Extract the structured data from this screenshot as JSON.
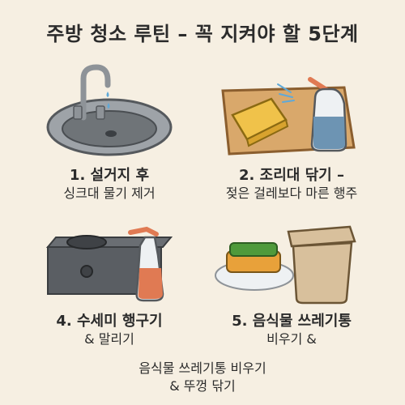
{
  "title": "주방 청소 루틴 – 꼭 지켜야 할 5단계",
  "steps": [
    {
      "line1": "1. 설거지 후",
      "line2": "싱크대 물기 제거",
      "icon": "sink-icon"
    },
    {
      "line1": "2. 조리대 닦기 –",
      "line2": "젖은 걸레보다 마른 행주",
      "icon": "cutting-board-icon"
    },
    {
      "line1": "4. 수세미 행구기",
      "line2": "& 말리기",
      "icon": "stove-icon"
    },
    {
      "line1": "5. 음식물 쓰레기통",
      "line2": "비우기 &",
      "icon": "trash-bin-icon"
    }
  ],
  "footer": {
    "line1": "음식물 쓰레기통 비우기",
    "line2": "& 뚜껑 닦기"
  },
  "colors": {
    "background": "#f6efe2",
    "sink_metal": "#a9adb2",
    "board": "#d9a86b",
    "sponge_yellow": "#f0c24a",
    "spray_red": "#e07a53",
    "bin": "#d8c09c",
    "sponge_green": "#4f9a3b",
    "stove": "#5a5e63"
  }
}
